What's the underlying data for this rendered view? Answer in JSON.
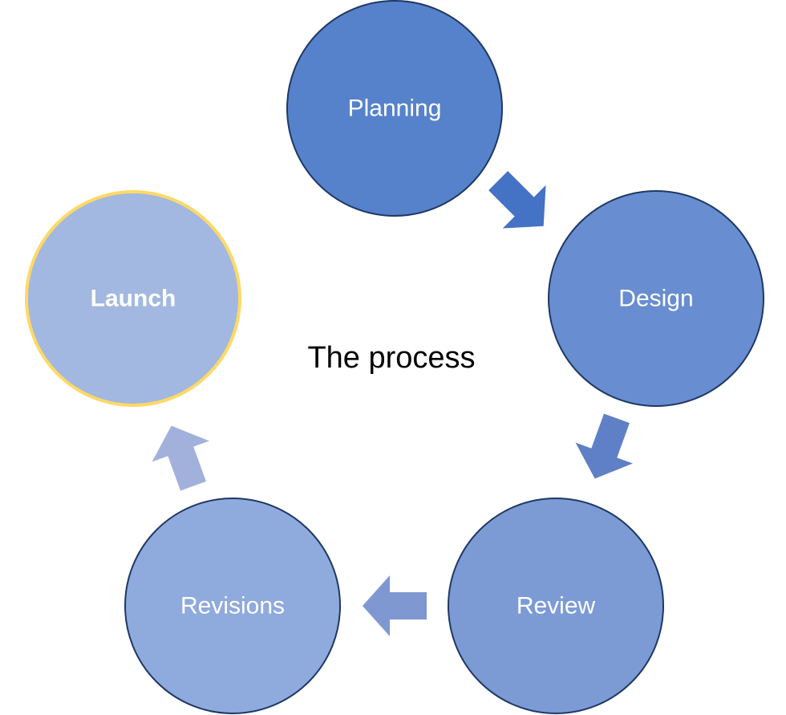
{
  "title": "The process",
  "stages": [
    {
      "id": "planning",
      "label": "Planning",
      "fill": "#5582CB",
      "stroke": "#1F3864",
      "bold": false
    },
    {
      "id": "design",
      "label": "Design",
      "fill": "#688DD1",
      "stroke": "#1F3864",
      "bold": false
    },
    {
      "id": "review",
      "label": "Review",
      "fill": "#7C9BD5",
      "stroke": "#1F3864",
      "bold": false
    },
    {
      "id": "revisions",
      "label": "Revisions",
      "fill": "#8FAADC",
      "stroke": "#1F3864",
      "bold": false
    },
    {
      "id": "launch",
      "label": "Launch",
      "fill": "#A2B8E0",
      "stroke": "#FFD966",
      "bold": true
    }
  ],
  "arrows": [
    {
      "from": "planning",
      "to": "design",
      "color": "#4472C4"
    },
    {
      "from": "design",
      "to": "review",
      "color": "#5F80C6"
    },
    {
      "from": "review",
      "to": "revisions",
      "color": "#7F98D2"
    },
    {
      "from": "revisions",
      "to": "launch",
      "color": "#A1B1DB"
    }
  ]
}
